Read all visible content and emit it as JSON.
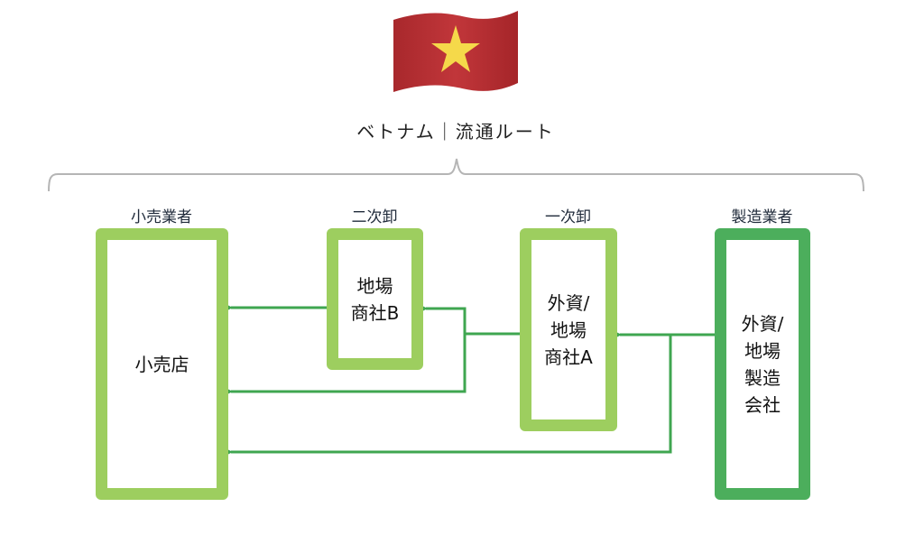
{
  "header": {
    "flag": "vietnam-flag",
    "title": "ベトナム｜流通ルート"
  },
  "colors": {
    "light_green": "#9dce5f",
    "dark_green": "#4cae5c",
    "arrow_green": "#3fa650",
    "bracket_gray": "#b5b5b5"
  },
  "categories": {
    "retailer": "小売業者",
    "secondary_wholesale": "二次卸",
    "primary_wholesale": "一次卸",
    "manufacturer": "製造業者"
  },
  "nodes": {
    "retail_store": "小売店",
    "trading_b": "地場\n商社B",
    "trading_a": "外資/\n地場\n商社A",
    "manufacturer": "外資/\n地場\n製造\n会社"
  },
  "flows": [
    {
      "from": "manufacturer",
      "to": "trading_a"
    },
    {
      "from": "manufacturer",
      "to": "retail_store"
    },
    {
      "from": "trading_a",
      "to": "trading_b"
    },
    {
      "from": "trading_a",
      "to": "retail_store"
    },
    {
      "from": "trading_b",
      "to": "retail_store"
    }
  ]
}
